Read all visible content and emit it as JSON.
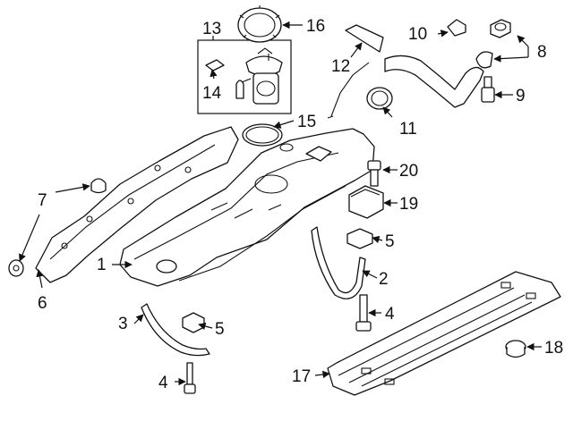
{
  "diagram": {
    "callouts": [
      {
        "id": "c1",
        "text": "1"
      },
      {
        "id": "c2",
        "text": "2"
      },
      {
        "id": "c3",
        "text": "3"
      },
      {
        "id": "c4a",
        "text": "4"
      },
      {
        "id": "c4b",
        "text": "4"
      },
      {
        "id": "c5a",
        "text": "5"
      },
      {
        "id": "c5b",
        "text": "5"
      },
      {
        "id": "c6",
        "text": "6"
      },
      {
        "id": "c7",
        "text": "7"
      },
      {
        "id": "c8",
        "text": "8"
      },
      {
        "id": "c9",
        "text": "9"
      },
      {
        "id": "c10",
        "text": "10"
      },
      {
        "id": "c11",
        "text": "11"
      },
      {
        "id": "c12",
        "text": "12"
      },
      {
        "id": "c13",
        "text": "13"
      },
      {
        "id": "c14",
        "text": "14"
      },
      {
        "id": "c15",
        "text": "15"
      },
      {
        "id": "c16",
        "text": "16"
      },
      {
        "id": "c17",
        "text": "17"
      },
      {
        "id": "c18",
        "text": "18"
      },
      {
        "id": "c19",
        "text": "19"
      },
      {
        "id": "c20",
        "text": "20"
      }
    ]
  }
}
